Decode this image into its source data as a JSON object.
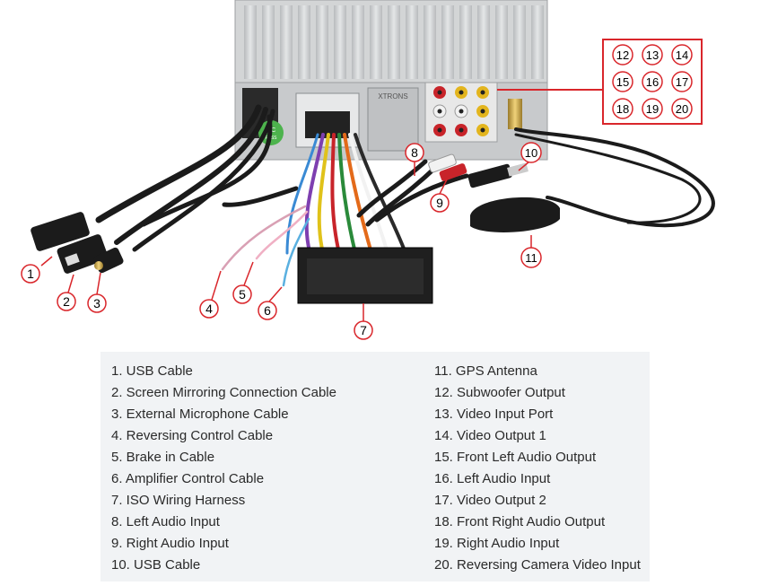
{
  "callouts": {
    "c1": "1",
    "c2": "2",
    "c3": "3",
    "c4": "4",
    "c5": "5",
    "c6": "6",
    "c7": "7",
    "c8": "8",
    "c9": "9",
    "c10": "10",
    "c11": "11",
    "c12": "12",
    "c13": "13",
    "c14": "14",
    "c15": "15",
    "c16": "16",
    "c17": "17",
    "c18": "18",
    "c19": "19",
    "c20": "20"
  },
  "unit_labels": {
    "qc_badge_line1": "QC",
    "qc_badge_line2": "PASS",
    "plate_text": "XTRONS"
  },
  "legend": {
    "left": [
      "1. USB Cable",
      "2. Screen Mirroring Connection Cable",
      "3. External Microphone Cable",
      "4. Reversing Control Cable",
      "5. Brake in Cable",
      "6. Amplifier Control Cable",
      "7. ISO Wiring Harness",
      "8. Left Audio Input",
      "9. Right Audio Input",
      "10. USB Cable"
    ],
    "right": [
      "11. GPS Antenna",
      "12. Subwoofer Output",
      "13. Video Input Port",
      "14. Video Output 1",
      "15. Front Left Audio Output",
      "16. Left Audio Input",
      "17. Video Output 2",
      "18. Front Right Audio Output",
      "19. Right Audio Input",
      "20. Reversing Camera Video Input"
    ]
  },
  "colors": {
    "callout": "#d9262b",
    "cable": "#1b1b1b",
    "unit_body": "#c9ccce",
    "rca_red": "#c8242a",
    "rca_white": "#f2f2f2",
    "rca_yellow": "#e3b51e"
  }
}
